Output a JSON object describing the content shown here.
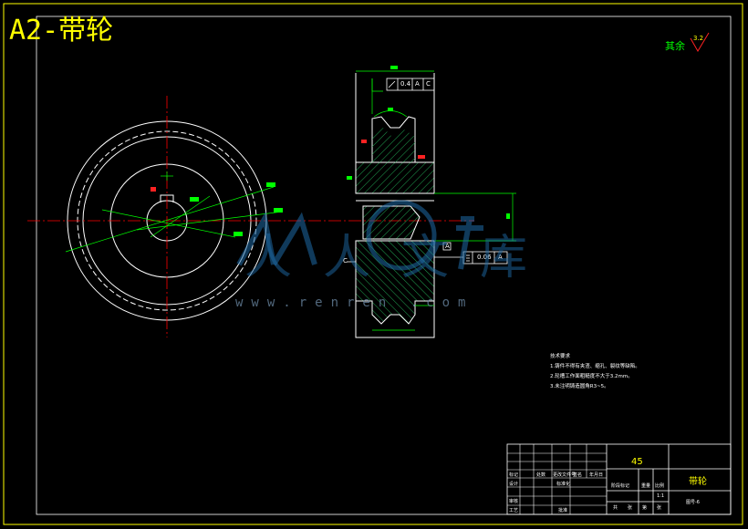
{
  "drawing": {
    "title": "A2-带轮",
    "roughness_other": "其余",
    "roughness_value": "3.2",
    "watermark_url": "www.renren   .com",
    "watermark_glyphs": "人人文库",
    "tolerance_1": {
      "value": "0.4",
      "datum_a": "A",
      "datum_c": "C"
    },
    "tolerance_2": {
      "value": "0.06",
      "datum": "A"
    },
    "datum_c_label": "C",
    "datum_a_label": "A",
    "tech_notes": [
      "技术要求",
      "1.铸件不得有夹渣、缩孔、裂纹等缺陷。",
      "2.轮槽工作面粗糙度不大于3.2mm。",
      "3.未注明铸造圆角R3~5。"
    ],
    "title_block": {
      "material": "45",
      "part_name": "带轮",
      "drawing_no": "图号-6",
      "row_labels": [
        "标记",
        "处数",
        "更改文件号",
        "签名",
        "年月日"
      ],
      "left_labels": [
        "设计",
        "审核",
        "工艺"
      ],
      "mid_labels": [
        "标准化",
        "批准"
      ],
      "stage_label": "阶段标记",
      "weight_label": "重量",
      "scale_label": "比例",
      "scale_value": "1:1",
      "bottom_labels": [
        "共",
        "张",
        "第",
        "张"
      ]
    }
  },
  "colors": {
    "background": "#000000",
    "frame": "#ffff00",
    "lines": "#ffffff",
    "center_lines": "#ff0000",
    "dimensions": "#00ff00",
    "hatch": "#00aa44",
    "watermark": "#1e6aa6"
  }
}
